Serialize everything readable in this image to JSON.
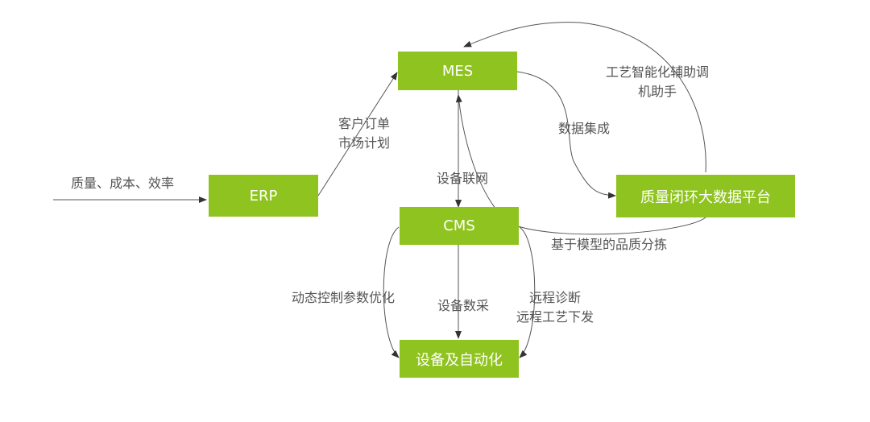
{
  "colors": {
    "node_fill": "#8fc31f",
    "node_text": "#ffffff",
    "edge": "#555555",
    "label": "#555555"
  },
  "nodes": {
    "mes": "MES",
    "erp": "ERP",
    "cms": "CMS",
    "platform": "质量闭环大数据平台",
    "equipment": "设备及自动化"
  },
  "edges": {
    "input": "质量、成本、效率",
    "erp_to_mes": [
      "客户订单",
      "市场计划"
    ],
    "mes_cms": "设备联网",
    "mes_to_platform": "数据集成",
    "platform_to_mes": [
      "工艺智能化辅助调",
      "机助手"
    ],
    "platform_to_cms": "基于模型的品质分拣",
    "cms_equipment": "设备数采",
    "cms_to_equipment_left": "动态控制参数优化",
    "cms_to_equipment_right": [
      "远程诊断",
      "远程工艺下发"
    ]
  }
}
